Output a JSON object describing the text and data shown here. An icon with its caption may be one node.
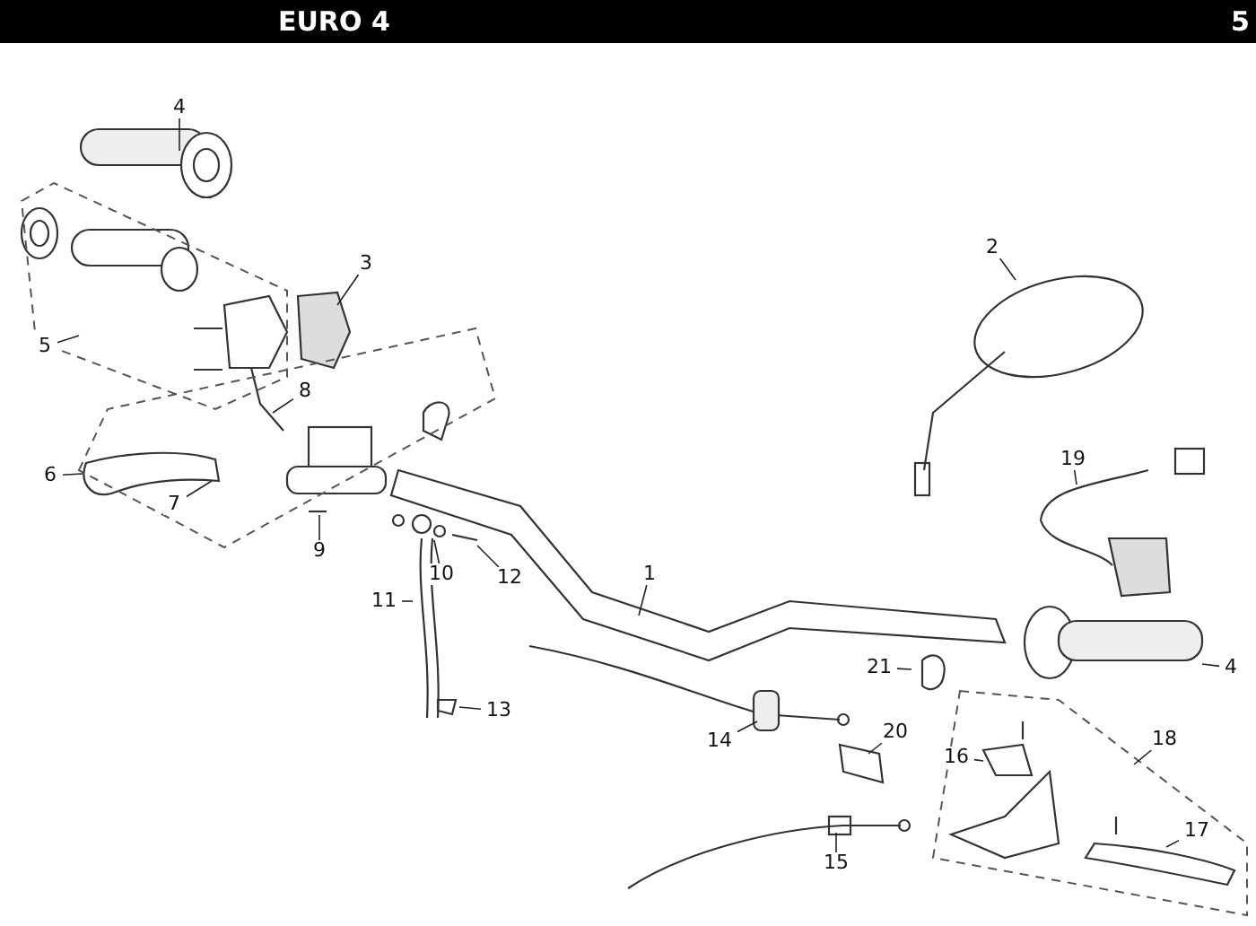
{
  "diagram": {
    "nodes": [
      {
        "text": [
          "4"
        ]
      },
      {
        "text": [
          "3"
        ]
      },
      {
        "text": [
          "2"
        ]
      },
      {
        "text": [
          "5"
        ]
      },
      {
        "text": [
          "8"
        ]
      },
      {
        "text": [
          "6"
        ]
      },
      {
        "text": [
          "7"
        ]
      },
      {
        "text": [
          "19"
        ]
      },
      {
        "text": [
          "9"
        ]
      },
      {
        "text": [
          "10"
        ]
      },
      {
        "text": [
          "12"
        ]
      },
      {
        "text": [
          "1"
        ]
      },
      {
        "text": [
          "11"
        ]
      },
      {
        "text": [
          "4"
        ]
      },
      {
        "text": [
          "21"
        ]
      },
      {
        "text": [
          "13"
        ]
      },
      {
        "text": [
          "20"
        ]
      },
      {
        "text": [
          "14"
        ]
      },
      {
        "text": [
          "18"
        ]
      },
      {
        "text": [
          "16"
        ]
      },
      {
        "text": [
          "17"
        ]
      },
      {
        "text": [
          "15"
        ]
      }
    ],
    "edges": [
      {
        "from": 0,
        "to": null,
        "arrow": "none"
      },
      {
        "from": 1,
        "to": null,
        "arrow": "none"
      },
      {
        "from": 2,
        "to": null,
        "arrow": "none"
      },
      {
        "from": 3,
        "to": null,
        "arrow": "none"
      },
      {
        "from": 4,
        "to": null,
        "arrow": "none"
      },
      {
        "from": 5,
        "to": null,
        "arrow": "none"
      },
      {
        "from": 6,
        "to": null,
        "arrow": "none"
      },
      {
        "from": 7,
        "to": null,
        "arrow": "none"
      },
      {
        "from": 8,
        "to": null,
        "arrow": "none"
      },
      {
        "from": 9,
        "to": null,
        "arrow": "none"
      },
      {
        "from": 10,
        "to": null,
        "arrow": "none"
      },
      {
        "from": 11,
        "to": null,
        "arrow": "none"
      },
      {
        "from": 12,
        "to": null,
        "arrow": "none"
      },
      {
        "from": 13,
        "to": null,
        "arrow": "none"
      },
      {
        "from": 14,
        "to": null,
        "arrow": "none"
      },
      {
        "from": 15,
        "to": null,
        "arrow": "none"
      },
      {
        "from": 16,
        "to": null,
        "arrow": "none"
      },
      {
        "from": 17,
        "to": null,
        "arrow": "none"
      },
      {
        "from": 18,
        "to": null,
        "arrow": "none"
      },
      {
        "from": 19,
        "to": null,
        "arrow": "none"
      },
      {
        "from": 20,
        "to": null,
        "arrow": "none"
      },
      {
        "from": 21,
        "to": null,
        "arrow": "none"
      }
    ],
    "labels": [
      "EURO 4",
      "5"
    ]
  }
}
